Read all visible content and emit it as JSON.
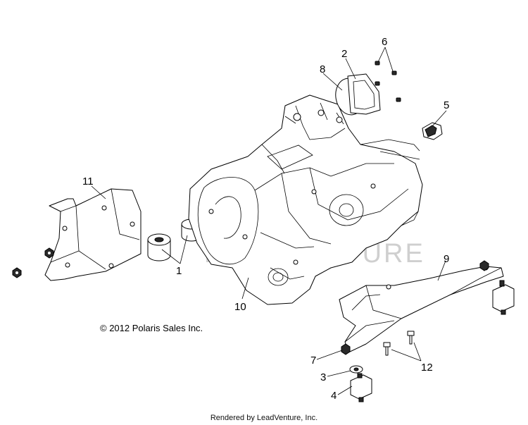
{
  "callouts": [
    "1",
    "2",
    "3",
    "4",
    "5",
    "6",
    "7",
    "8",
    "9",
    "10",
    "11",
    "12"
  ],
  "copyright": "© 2012 Polaris Sales Inc.",
  "watermark": "LEADVENTURE",
  "footer": "Rendered by LeadVenture, Inc."
}
